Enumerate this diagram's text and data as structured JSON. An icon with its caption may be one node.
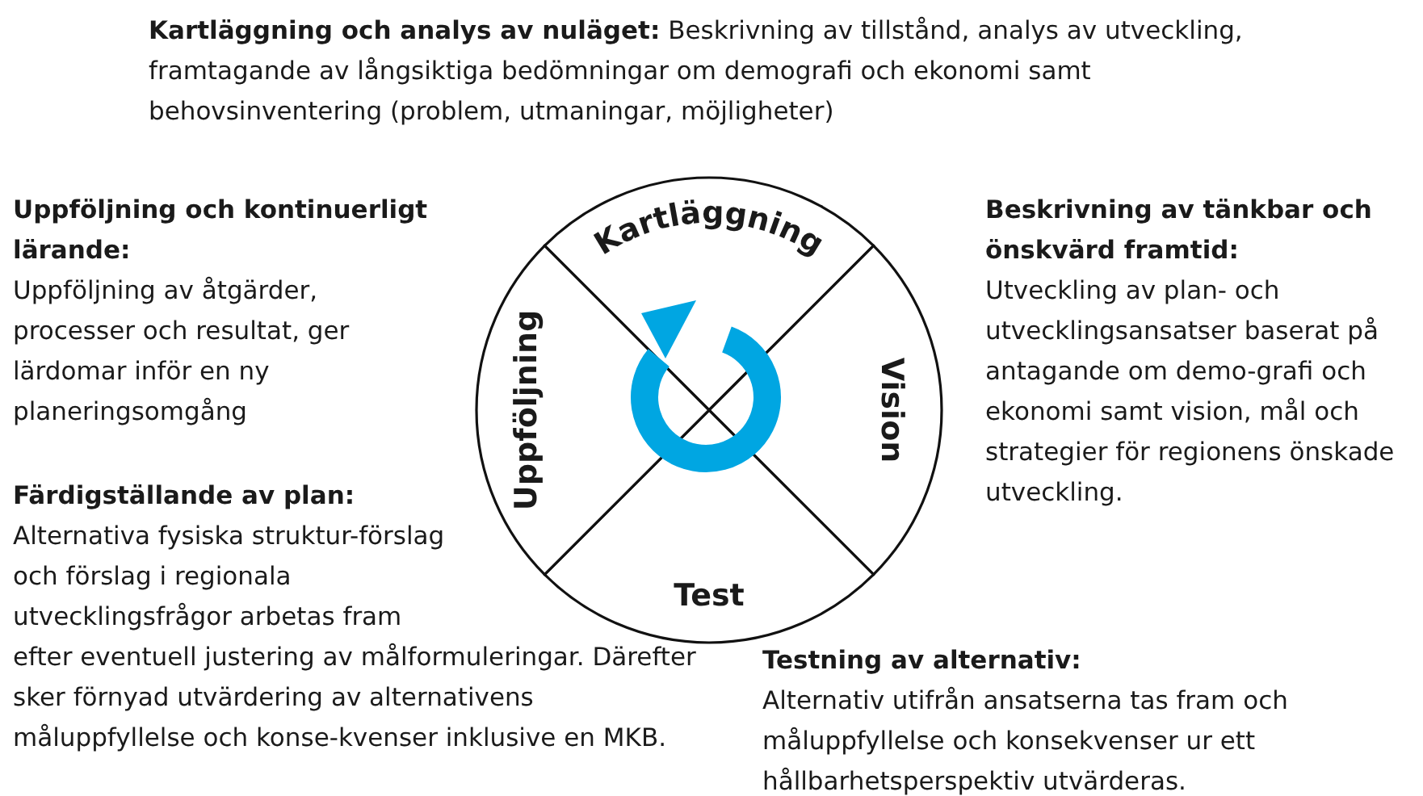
{
  "diagram": {
    "nodes": [
      {
        "text": [
          "Kartläggning"
        ]
      },
      {
        "text": [
          "Vision"
        ]
      },
      {
        "text": [
          "Test"
        ]
      },
      {
        "text": [
          "Uppföljning"
        ]
      }
    ],
    "labels": [
      "**Kartläggning och analys av nuläget:** Beskrivning av tillstånd, analys av utveckling, framtagande av långsiktiga bedömningar om demografi och ekonomi samt behovsinventering (problem, utmaningar, möjligheter)",
      "Uppföljning och kontinuerligt lärande:",
      "Uppföljning av åtgärder, processer och resultat, ger lärdomar inför en ny planeringsomgång",
      "Beskrivning av tänkbar och önskvärd framtid:",
      "Utveckling av plan- och utvecklingsansatser baserat på antagande om demo-grafi och ekonomi samt vision, mål och strategier för regionens önskade utveckling.",
      "Färdigställande av plan:",
      "Alternativa fysiska struktur-förslag och förslag i regionala utvecklingsfrågor arbetas fram efter eventuell justering av målformuleringar. Därefter sker förnyad utvärdering av alternativens måluppfyllelse och konse-kvenser inklusive en MKB.",
      "Testning av alternativ:",
      "Alternativ utifrån ansatserna tas fram och måluppfyllelse och konsekvenser ur ett hållbarhetsperspektiv utvärderas."
    ]
  }
}
